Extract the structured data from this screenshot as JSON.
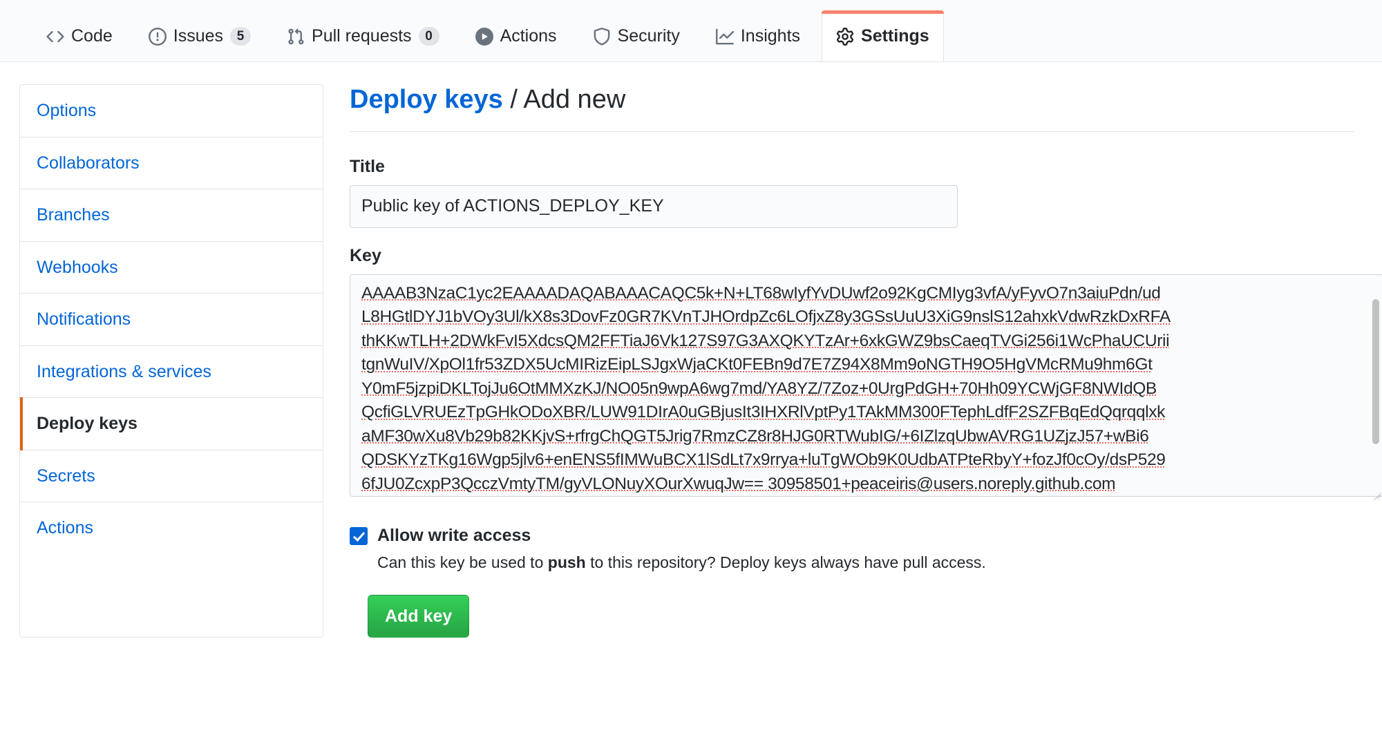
{
  "nav": {
    "tabs": [
      {
        "label": "Code",
        "icon": "code-icon",
        "counter": null,
        "selected": false
      },
      {
        "label": "Issues",
        "icon": "issue-opened-icon",
        "counter": "5",
        "selected": false
      },
      {
        "label": "Pull requests",
        "icon": "git-pull-request-icon",
        "counter": "0",
        "selected": false
      },
      {
        "label": "Actions",
        "icon": "play-icon",
        "counter": null,
        "selected": false
      },
      {
        "label": "Security",
        "icon": "shield-icon",
        "counter": null,
        "selected": false
      },
      {
        "label": "Insights",
        "icon": "graph-icon",
        "counter": null,
        "selected": false
      },
      {
        "label": "Settings",
        "icon": "gear-icon",
        "counter": null,
        "selected": true
      }
    ]
  },
  "sidebar": {
    "items": [
      {
        "label": "Options",
        "active": false
      },
      {
        "label": "Collaborators",
        "active": false
      },
      {
        "label": "Branches",
        "active": false
      },
      {
        "label": "Webhooks",
        "active": false
      },
      {
        "label": "Notifications",
        "active": false
      },
      {
        "label": "Integrations & services",
        "active": false
      },
      {
        "label": "Deploy keys",
        "active": true
      },
      {
        "label": "Secrets",
        "active": false
      },
      {
        "label": "Actions",
        "active": false
      }
    ]
  },
  "main": {
    "heading": {
      "link": "Deploy keys",
      "separator": "/",
      "current": "Add new"
    },
    "title_field": {
      "label": "Title",
      "value": "Public key of ACTIONS_DEPLOY_KEY",
      "placeholder": ""
    },
    "key_field": {
      "label": "Key",
      "placeholder": "",
      "lines": [
        "AAAAB3NzaC1yc2EAAAADAQABAAACAQC5k+N+LT68wIyfYvDUwf2o92KgCMIyg3vfA/yFyvO7n3aiuPdn/ud",
        "L8HGtlDYJ1bVOy3Ul/kX8s3DovFz0GR7KVnTJHOrdpZc6LOfjxZ8y3GSsUuU3XiG9nslS12ahxkVdwRzkDxRFA",
        "thKKwTLH+2DWkFvI5XdcsQM2FFTiaJ6Vk127S97G3AXQKYTzAr+6xkGWZ9bsCaeqTVGi256i1WcPhaUCUrii",
        "tgnWuIV/XpOl1fr53ZDX5UcMIRizEipLSJgxWjaCKt0FEBn9d7E7Z94X8Mm9oNGTH9O5HgVMcRMu9hm6Gt",
        "Y0mF5jzpiDKLTojJu6OtMMXzKJ/NO05n9wpA6wg7md/YA8YZ/7Zoz+0UrgPdGH+70Hh09YCWjGF8NWIdQB",
        "QcfiGLVRUEzTpGHkODoXBR/LUW91DIrA0uGBjusIt3IHXRlVptPy1TAkMM300FTephLdfF2SZFBqEdQqrqqlxk",
        "aMF30wXu8Vb29b82KKjvS+rfrgChQGT5Jrig7RmzCZ8r8HJG0RTWubIG/+6IZlzqUbwAVRG1UZjzJ57+wBi6",
        "QDSKYzTKg16Wgp5jlv6+enENS5fIMWuBCX1lSdLt7x9rrya+luTgWOb9K0UdbATPteRbyY+fozJf0cOy/dsP529",
        "6fJU0ZcxpP3QcczVmtyTM/gyVLONuyXOurXwuqJw== 30958501+peaceiris@users.noreply.github.com"
      ]
    },
    "write_access": {
      "checked": true,
      "label": "Allow write access",
      "note_before": "Can this key be used to ",
      "note_strong": "push",
      "note_after": " to this repository? Deploy keys always have pull access."
    },
    "submit_label": "Add key"
  },
  "colors": {
    "accent_orange": "#f9826c",
    "active_orange": "#e36209",
    "link_blue": "#0366d6",
    "button_green": "#2ea44f",
    "spellcheck_red": "#f0695f"
  }
}
